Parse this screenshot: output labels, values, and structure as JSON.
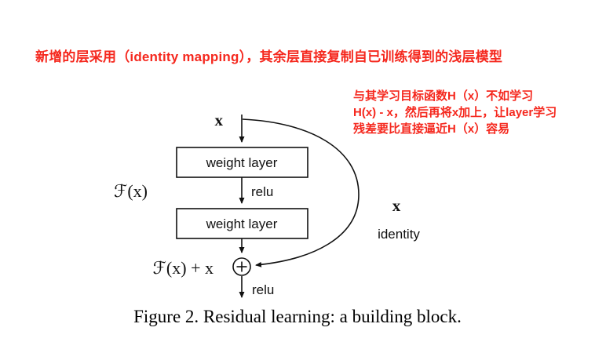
{
  "colors": {
    "note-red": "#f5281e",
    "ink": "#111111"
  },
  "annotations": {
    "top_note": "新增的层采用（identity mapping），其余层直接复制自已训练得到的浅层模型",
    "side_note": [
      "与其学习目标函数H（x）不如学习",
      "H(x) - x，然后再将x加上，让layer学习",
      "残差要比直接逼近H（x）容易"
    ]
  },
  "diagram": {
    "input_label": "x",
    "weight_layer1": "weight layer",
    "weight_layer2": "weight layer",
    "relu1": "relu",
    "relu2": "relu",
    "f_of_x": "ℱ(x)",
    "sum_label": "ℱ(x) + x",
    "skip_x": "x",
    "skip_identity": "identity"
  },
  "caption": "Figure 2. Residual learning: a building block."
}
